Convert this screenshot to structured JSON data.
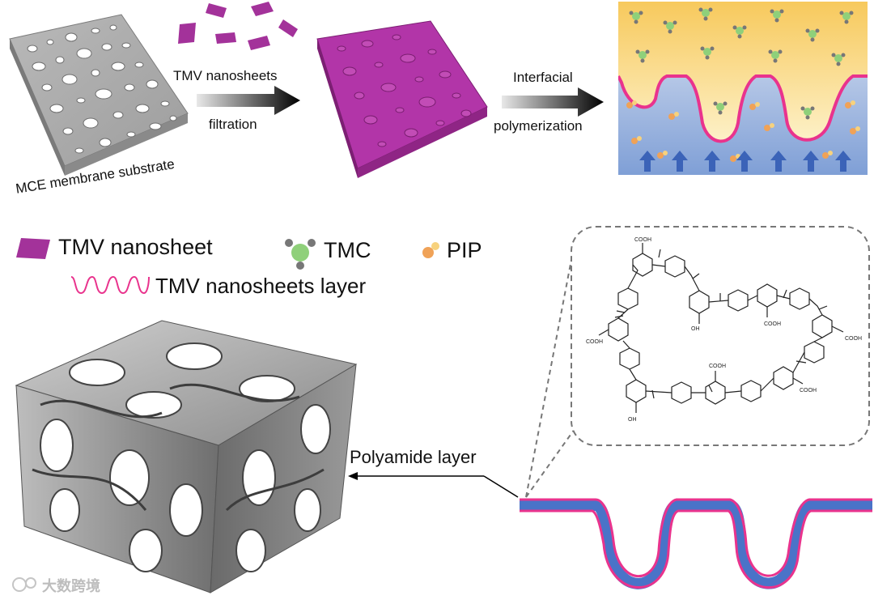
{
  "labels": {
    "substrate": "MCE membrane substrate",
    "step1_top": "TMV nanosheets",
    "step1_bottom": "filtration",
    "step2_top": "Interfacial",
    "step2_bottom": "polymerization",
    "polyamide": "Polyamide layer"
  },
  "legend": {
    "nanosheet": "TMV nanosheet",
    "tmc": "TMC",
    "pip": "PIP",
    "layer": "TMV nanosheets layer"
  },
  "molecule": {
    "cooh": "COOH",
    "oh": "OH"
  },
  "watermark": "大数跨境",
  "colors": {
    "magenta": "#a3329a",
    "pink_line": "#e9338d",
    "blue_layer": "#4a73c8",
    "organic_phase": "#f8d77e",
    "aqueous_phase": "#9fb7e0",
    "tmc_green": "#8fd07a",
    "pip_orange": "#f0a257"
  }
}
